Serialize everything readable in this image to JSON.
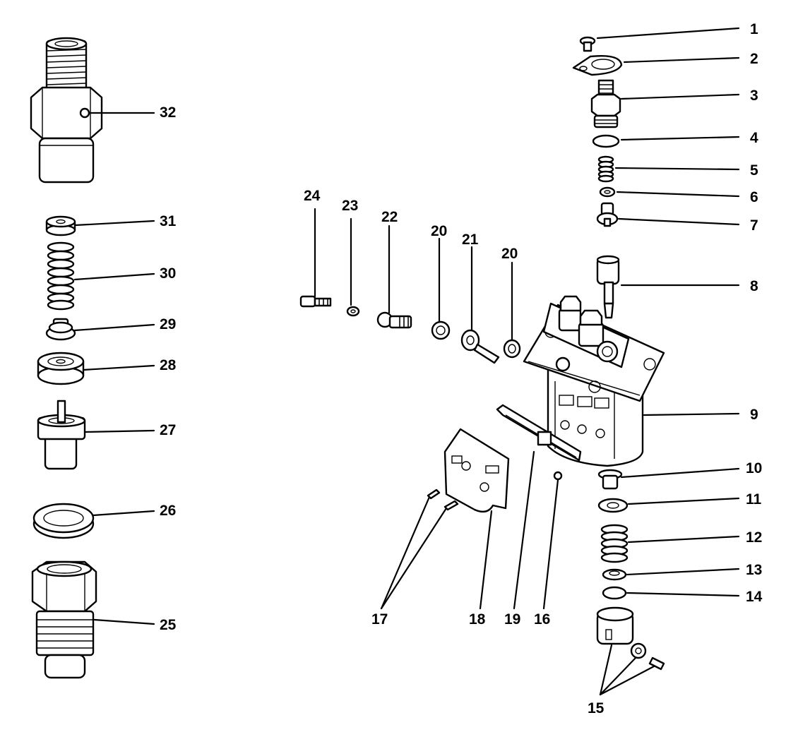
{
  "callouts": {
    "c1": "1",
    "c2": "2",
    "c3": "3",
    "c4": "4",
    "c5": "5",
    "c6": "6",
    "c7": "7",
    "c8": "8",
    "c9": "9",
    "c10": "10",
    "c11": "11",
    "c12": "12",
    "c13": "13",
    "c14": "14",
    "c15": "15",
    "c16": "16",
    "c17": "17",
    "c18": "18",
    "c19": "19",
    "c20a": "20",
    "c20b": "20",
    "c21": "21",
    "c22": "22",
    "c23": "23",
    "c24": "24",
    "c25": "25",
    "c26": "26",
    "c27": "27",
    "c28": "28",
    "c29": "29",
    "c30": "30",
    "c31": "31",
    "c32": "32"
  }
}
